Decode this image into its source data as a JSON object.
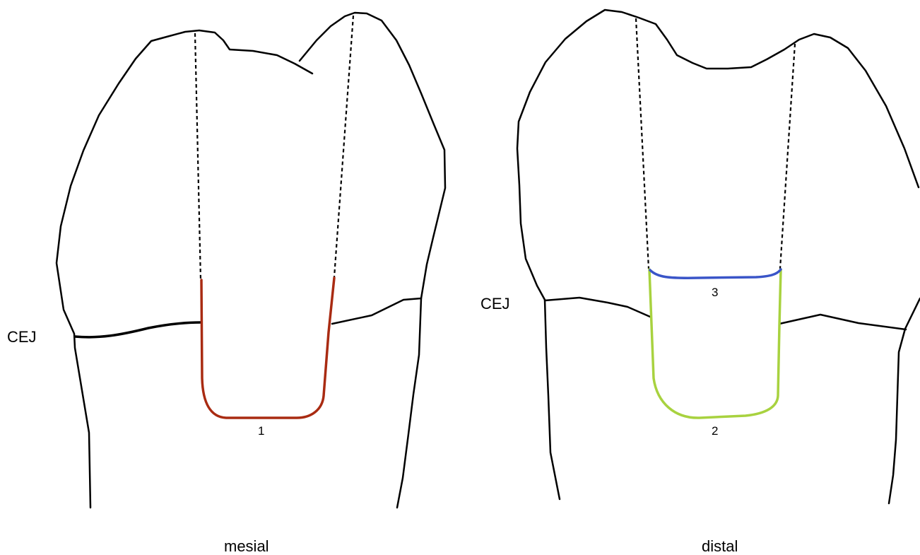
{
  "labels": {
    "cej_left": "CEJ",
    "cej_right": "CEJ",
    "view_left": "mesial",
    "view_right": "distal",
    "prep_1": "1",
    "prep_2": "2",
    "prep_3": "3"
  },
  "colors": {
    "outline": "#000000",
    "prep_1": "#a92b12",
    "prep_2": "#a8d23f",
    "prep_3": "#3a55c8"
  }
}
